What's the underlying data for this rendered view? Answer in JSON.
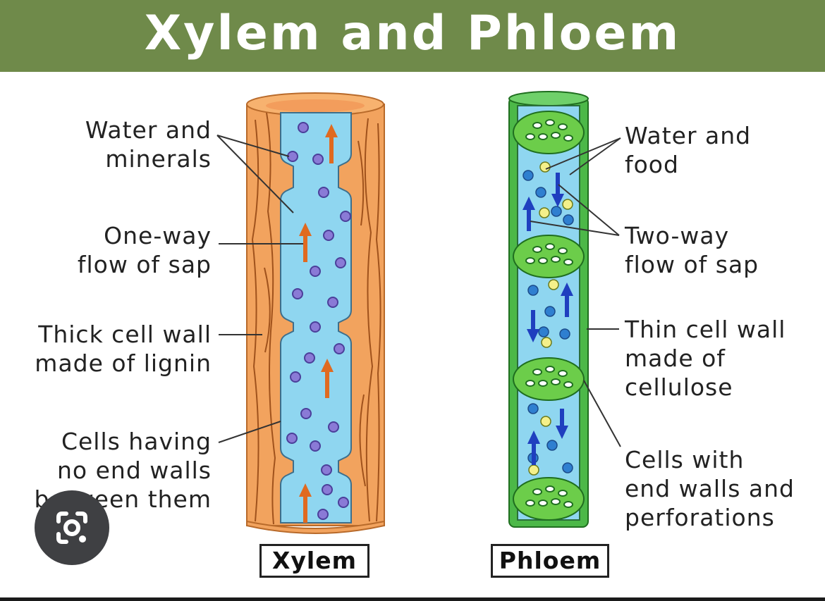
{
  "title": "Xylem and Phloem",
  "xylem": {
    "caption": "Xylem",
    "labels": {
      "water_minerals": [
        "Water and",
        "minerals"
      ],
      "one_way": [
        "One-way",
        "flow of sap"
      ],
      "thick_wall": [
        "Thick cell wall",
        "made of lignin"
      ],
      "no_end_walls": [
        "Cells having",
        "no end walls",
        "between them"
      ]
    }
  },
  "phloem": {
    "caption": "Phloem",
    "labels": {
      "water_food": [
        "Water and",
        "food"
      ],
      "two_way": [
        "Two-way",
        "flow of sap"
      ],
      "thin_wall": [
        "Thin cell wall",
        "made of",
        "cellulose"
      ],
      "end_walls": [
        "Cells with",
        "end walls and",
        "perforations"
      ]
    }
  },
  "colors": {
    "banner": "#6f8a4a",
    "wood": "#f2a35e",
    "wood_grain": "#a0521c",
    "sap": "#8fd6f0",
    "phloem_green": "#4cb848",
    "particle_purple": "#8a7ad6",
    "particle_blue": "#2f7fd0",
    "particle_yellow": "#f4f08a",
    "arrow_orange": "#e06a20",
    "arrow_blue": "#1f3fbf"
  },
  "icons": {
    "lens": "google-lens-icon"
  }
}
